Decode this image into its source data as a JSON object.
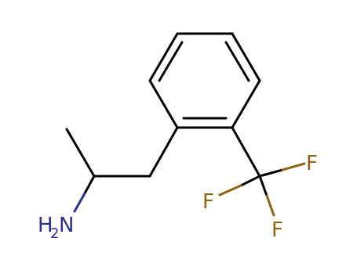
{
  "molecule": {
    "atoms": {
      "fluorine_right": "F",
      "fluorine_left": "F",
      "fluorine_bottom": "F",
      "amine_h": "H",
      "amine_sub": "2",
      "amine_n": "N"
    },
    "colors": {
      "bond": "#000000",
      "nitrogen": "#2b2f8f",
      "fluorine": "#8f6410",
      "background": "#ffffff"
    }
  }
}
